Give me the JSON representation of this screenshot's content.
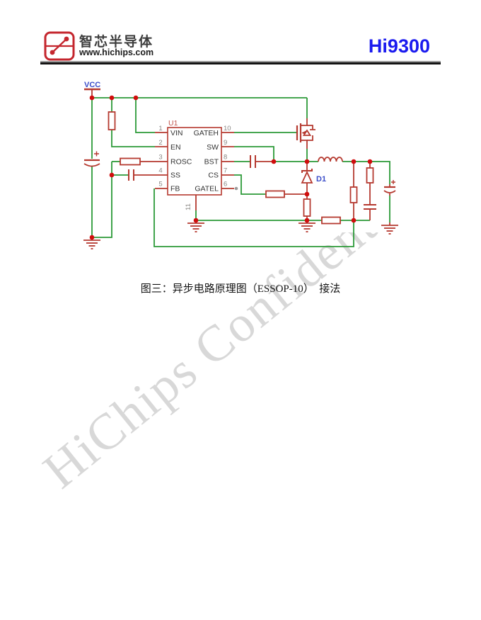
{
  "header": {
    "company_name": "智芯半导体",
    "website": "www.hichips.com",
    "part_number": "Hi9300",
    "logo_icon": "circuit-route-icon"
  },
  "schematic": {
    "power_label": "VCC",
    "ic": {
      "refdes": "U1",
      "left_pins": [
        {
          "num": "1",
          "name": "VIN"
        },
        {
          "num": "2",
          "name": "EN"
        },
        {
          "num": "3",
          "name": "ROSC"
        },
        {
          "num": "4",
          "name": "SS"
        },
        {
          "num": "5",
          "name": "FB"
        }
      ],
      "right_pins": [
        {
          "num": "10",
          "name": "GATEH"
        },
        {
          "num": "9",
          "name": "SW"
        },
        {
          "num": "8",
          "name": "BST"
        },
        {
          "num": "7",
          "name": "CS"
        },
        {
          "num": "6",
          "name": "GATEL"
        }
      ],
      "bottom_pin_num": "11"
    },
    "diode_label": "D1"
  },
  "caption": "图三：异步电路原理图（ESSOP-10）　接法",
  "watermark": "HiChips Confidential",
  "colors": {
    "wire": "#2c9a38",
    "component": "#b5392f",
    "junction": "#d00d0d",
    "pin_number": "#8a8784",
    "pin_name": "#333333",
    "refdes": "#c0554d",
    "net_label": "#3c4ec9",
    "nc_dot": "#9a9a9a",
    "accent_red": "#c4262e",
    "part_number_blue": "#1a1aef",
    "watermark_gray": "#d8d8d8"
  }
}
